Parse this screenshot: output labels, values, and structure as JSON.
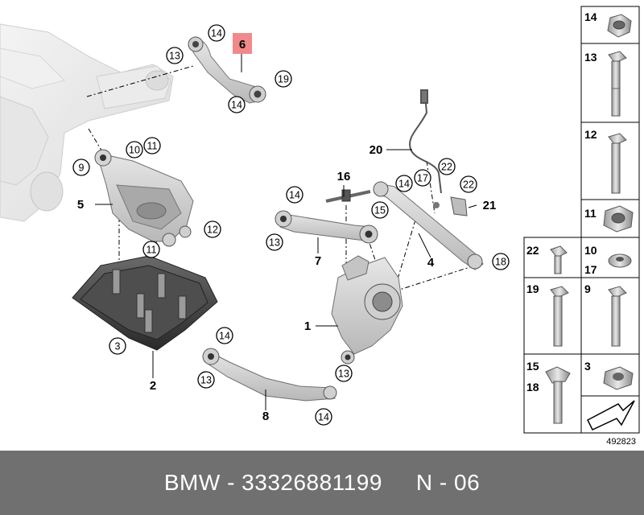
{
  "diagram": {
    "highlight_part": "6",
    "highlight_color": "#f08a8a",
    "reference_number": "492823",
    "callouts": [
      {
        "id": "c14a",
        "label": "14"
      },
      {
        "id": "c13a",
        "label": "13"
      },
      {
        "id": "c19",
        "label": "19"
      },
      {
        "id": "c14b",
        "label": "14"
      },
      {
        "id": "c10",
        "label": "10"
      },
      {
        "id": "c11a",
        "label": "11"
      },
      {
        "id": "c9",
        "label": "9"
      },
      {
        "id": "c11b",
        "label": "11"
      },
      {
        "id": "c12",
        "label": "12"
      },
      {
        "id": "c3",
        "label": "3"
      },
      {
        "id": "c14c",
        "label": "14"
      },
      {
        "id": "c13b",
        "label": "13"
      },
      {
        "id": "c14d",
        "label": "14"
      },
      {
        "id": "c14e",
        "label": "14"
      },
      {
        "id": "c15",
        "label": "15"
      },
      {
        "id": "c13c",
        "label": "13"
      },
      {
        "id": "c17",
        "label": "17"
      },
      {
        "id": "c14f",
        "label": "14"
      },
      {
        "id": "c22a",
        "label": "22"
      },
      {
        "id": "c22b",
        "label": "22"
      },
      {
        "id": "c18",
        "label": "18"
      },
      {
        "id": "c13d",
        "label": "13"
      }
    ],
    "labels": {
      "part_5": "5",
      "part_2": "2",
      "part_7": "7",
      "part_8": "8",
      "part_1": "1",
      "part_4": "4",
      "part_16": "16",
      "part_20": "20",
      "part_21": "21",
      "part_6": "6"
    },
    "grid": [
      {
        "id": "g14",
        "left": "14"
      },
      {
        "id": "g13",
        "left": "13"
      },
      {
        "id": "g12",
        "left": "12"
      },
      {
        "id": "g11",
        "left": "11"
      },
      {
        "id": "g22",
        "left": "22"
      },
      {
        "id": "g10",
        "left": "10",
        "left2": "17"
      },
      {
        "id": "g19",
        "left": "19"
      },
      {
        "id": "g9",
        "left": "9"
      },
      {
        "id": "g15",
        "left": "15",
        "left2": "18"
      },
      {
        "id": "g3",
        "left": "3"
      }
    ]
  },
  "caption": {
    "brand": "BMW - 33326881199",
    "suffix": "N - 06"
  }
}
